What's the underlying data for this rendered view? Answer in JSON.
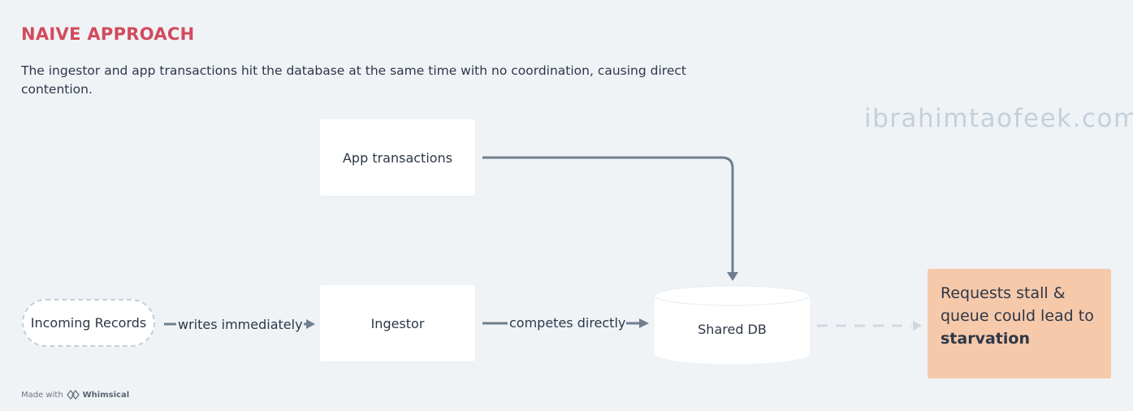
{
  "title": "NAIVE APPROACH",
  "description": "The ingestor and app transactions hit the database at the same time with no coordination, causing direct contention.",
  "watermark": "ibrahimtaofeek.com",
  "nodes": {
    "app_transactions": "App transactions",
    "ingestor": "Ingestor",
    "incoming_records": "Incoming Records",
    "shared_db": "Shared DB"
  },
  "edges": {
    "writes": "writes immediately",
    "competes": "competes directly"
  },
  "note": {
    "line1": "Requests stall &",
    "line2": "queue could lead to",
    "line3_bold": "starvation"
  },
  "footer": {
    "made_with": "Made with",
    "brand": "Whimsical"
  },
  "colors": {
    "title": "#d24a5c",
    "connector": "#6f7f8f",
    "dashed_connector": "#cfd8e2",
    "note_bg": "#f6c9aa",
    "background": "#f0f3f6"
  }
}
